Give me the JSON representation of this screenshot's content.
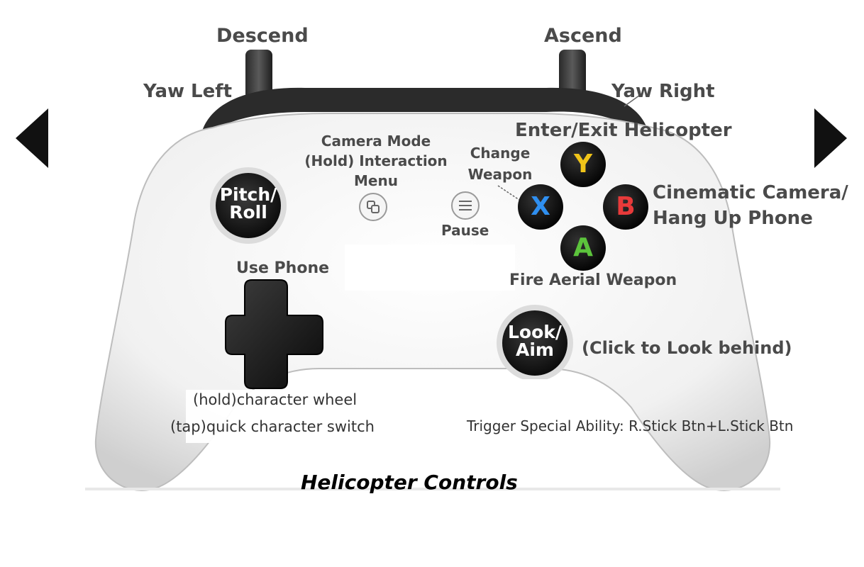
{
  "nav": {
    "prev_icon": "triangle-left-icon",
    "next_icon": "triangle-right-icon"
  },
  "labels": {
    "descend": "Descend",
    "ascend": "Ascend",
    "yaw_left": "Yaw Left",
    "yaw_right": "Yaw Right",
    "enter_exit": "Enter/Exit Helicopter",
    "camera_mode": "Camera Mode",
    "interaction_menu_1": "(Hold) Interaction",
    "interaction_menu_2": "Menu",
    "change_weapon_1": "Change",
    "change_weapon_2": "Weapon",
    "cinematic_1": "Cinematic Camera/",
    "cinematic_2": "Hang Up Phone",
    "pause": "Pause",
    "use_phone": "Use Phone",
    "fire_aerial": "Fire Aerial Weapon",
    "click_behind": "(Click to Look behind)",
    "char_wheel": "(hold)character wheel",
    "quick_switch": "(tap)quick character switch",
    "special_ability": "Trigger Special Ability: R.Stick Btn+L.Stick Btn"
  },
  "sticks": {
    "left_1": "Pitch/",
    "left_2": "Roll",
    "right_1": "Look/",
    "right_2": "Aim"
  },
  "face_buttons": {
    "y": "Y",
    "x": "X",
    "b": "B",
    "a": "A"
  },
  "colors": {
    "y": "#f0c419",
    "x": "#2f8ff0",
    "b": "#e83a3a",
    "a": "#5cc43c"
  },
  "caption": "Helicopter Controls"
}
